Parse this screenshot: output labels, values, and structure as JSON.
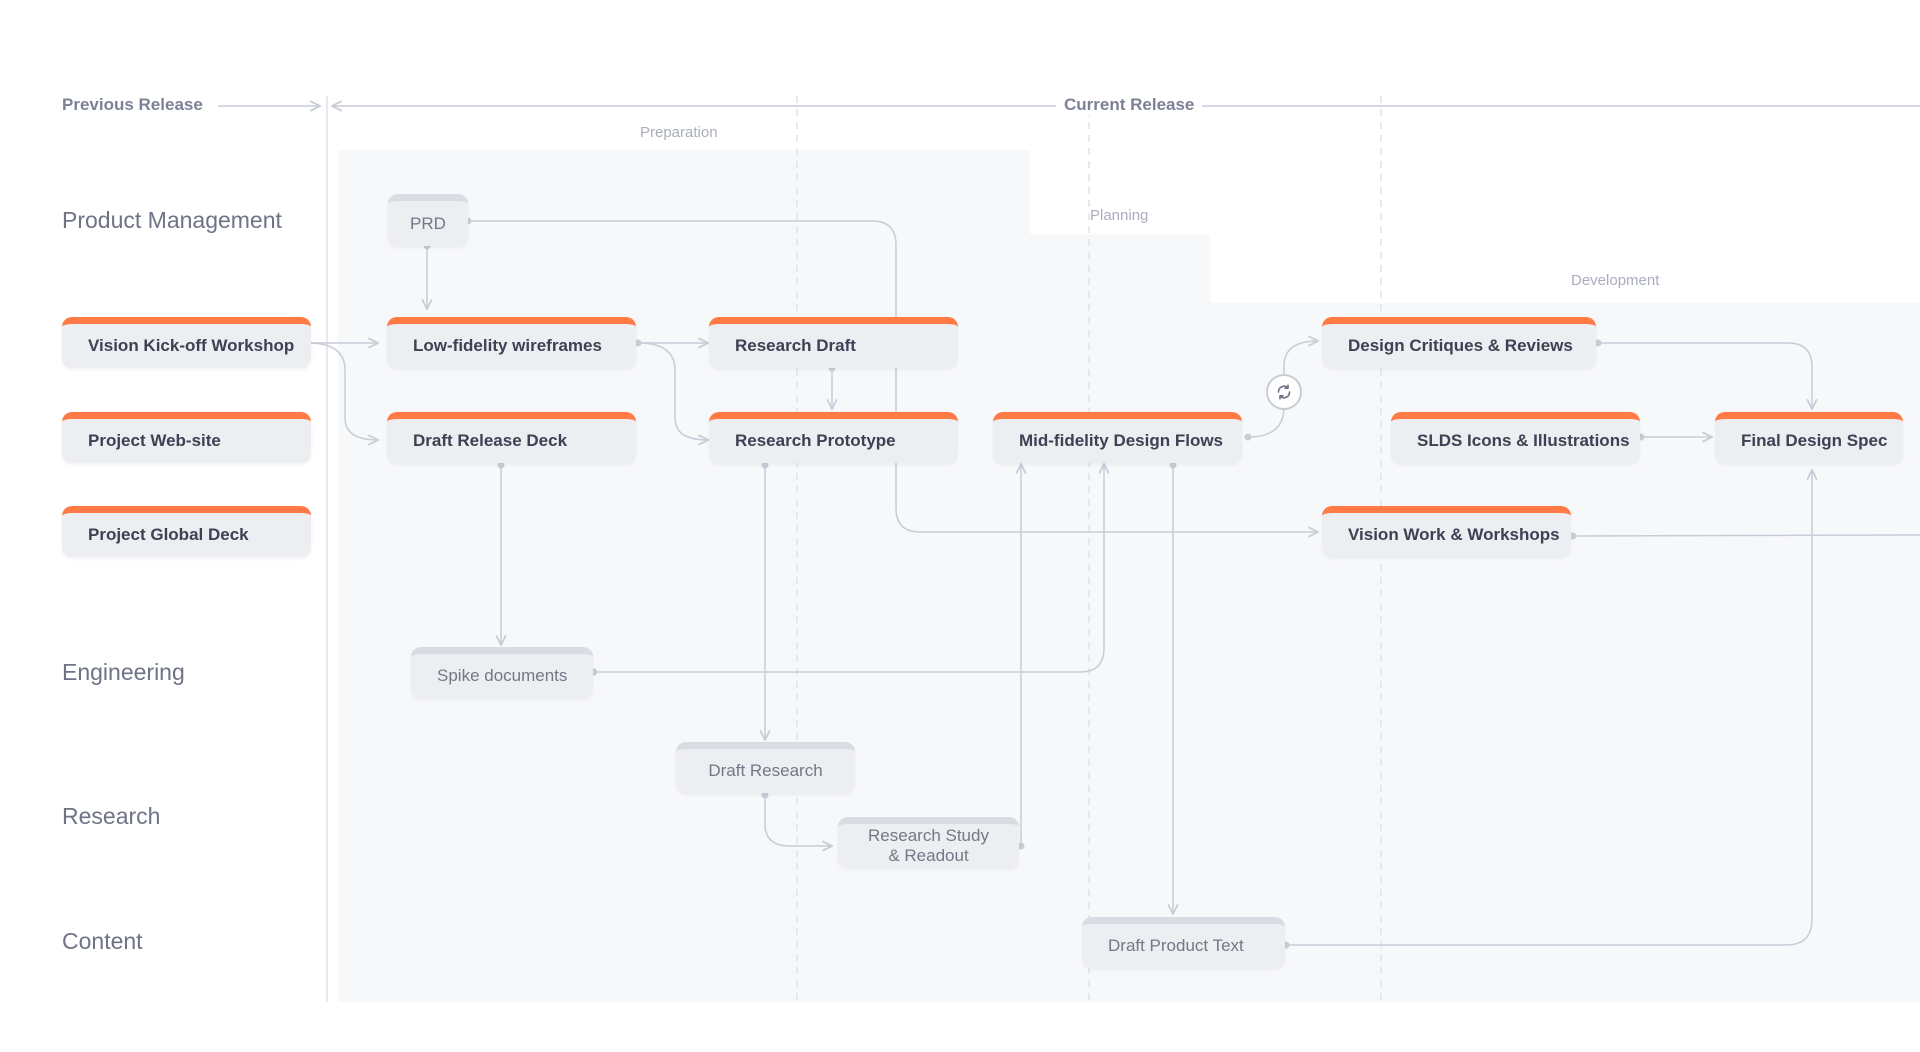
{
  "timeline": {
    "previous_release": "Previous Release",
    "current_release": "Current Release"
  },
  "phases": {
    "preparation": "Preparation",
    "planning": "Planning",
    "development": "Development"
  },
  "lanes": {
    "product_management": "Product Management",
    "engineering": "Engineering",
    "research": "Research",
    "content": "Content"
  },
  "nodes": {
    "prd": "PRD",
    "vision_kickoff": "Vision Kick-off Workshop",
    "project_website": "Project Web-site",
    "project_global_deck": "Project Global Deck",
    "low_fi_wireframes": "Low-fidelity wireframes",
    "draft_release_deck": "Draft Release Deck",
    "research_draft": "Research Draft",
    "research_prototype": "Research Prototype",
    "mid_fi_flows": "Mid-fidelity Design Flows",
    "design_critiques": "Design Critiques & Reviews",
    "slds_icons": "SLDS Icons & Illustrations",
    "final_design_spec": "Final Design Spec",
    "vision_work": "Vision Work & Workshops",
    "spike_documents": "Spike documents",
    "draft_research": "Draft Research",
    "research_study_line1": "Research Study",
    "research_study_line2": "& Readout",
    "draft_product_text": "Draft Product Text"
  },
  "colors": {
    "accent": "#ff7a45",
    "connector": "#c7ccd6",
    "region": "#f7f8fa"
  },
  "icons": {
    "sync": "sync-icon"
  }
}
